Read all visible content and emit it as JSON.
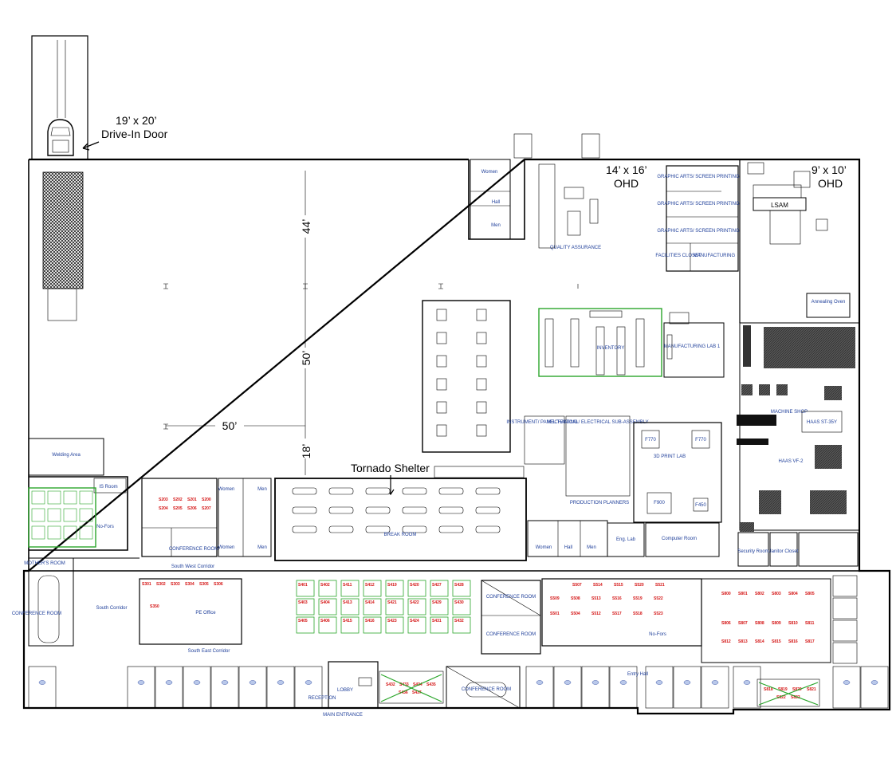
{
  "callouts": {
    "drive_in_size": "19’ x 20’",
    "drive_in_label": "Drive-In Door",
    "ohd1_size": "14’ x 16’",
    "ohd1_label": "OHD",
    "ohd2_size": "9’ x 10’",
    "ohd2_label": "OHD",
    "dim_44": "44’",
    "dim_50_vert": "50’",
    "dim_50_horiz": "50’",
    "dim_18": "18’",
    "tornado": "Tornado Shelter"
  },
  "rooms": {
    "lsam": "LSAM",
    "annealing": "Annealing Oven",
    "women_top": "Women",
    "hall_top": "Hall",
    "men_top": "Men",
    "quality": "QUALITY ASSURANCE",
    "gfx1": "GRAPHIC ARTS/ SCREEN PRINTING",
    "gfx2": "GRAPHIC ARTS/ SCREEN PRINTING",
    "gfx3": "GRAPHIC ARTS/ SCREEN PRINTING",
    "facilities": "FACILITIES CLOSET",
    "manufacturing": "MANUFACTURING",
    "inventory": "INVENTORY",
    "mfg_lab": "MANUFACTURING LAB 1",
    "machine_shop": "MACHINE SHOP",
    "haas_st": "HAAS ST-35Y",
    "haas_vf": "HAAS VF-2",
    "welding": "Welding Area",
    "is_room": "IS Room",
    "no_fors_left": "No-Fors",
    "conference_top": "CONFERENCE ROOM",
    "women_mid": "Women",
    "men_mid": "Men",
    "break_room": "BREAK ROOM",
    "instrument": "INSTRUMENT/ PANEL TESTING",
    "mech_elec": "MECHANICAL/ ELECTRICAL SUB-ASSEMBLY",
    "production": "PRODUCTION PLANNERS",
    "print_lab": "3D PRINT LAB",
    "p770a": "F770",
    "p770b": "F770",
    "p900": "F900",
    "p450": "F450",
    "women_low": "Women",
    "hall_low": "Hall",
    "men_low": "Men",
    "eng_lab": "Eng. Lab",
    "computer_room": "Computer Room",
    "security": "Security Room",
    "janitor": "Janitor Closet",
    "mothers": "MOTHER'S ROOM",
    "conference_left": "CONFERENCE ROOM",
    "pe_office": "PE Office",
    "conference_mid1": "CONFERENCE ROOM",
    "conference_mid2": "CONFERENCE ROOM",
    "no_fors_right": "No-Fors",
    "lobby": "LOBBY",
    "conference_bottom": "CONFERENCE ROOM",
    "reception": "RECEPTION",
    "main_entrance": "MAIN ENTRANCE",
    "entry_hall": "Entry Hall",
    "south_west": "South West Corridor",
    "south_east": "South East Corridor",
    "south_corridor": "South Corridor"
  },
  "seats": {
    "g200": [
      "S203",
      "S202",
      "S201",
      "S200"
    ],
    "g204": [
      "S204",
      "S205",
      "S206",
      "S207"
    ],
    "g300": [
      "S301",
      "S302",
      "S303",
      "S304",
      "S305",
      "S306"
    ],
    "g350": "S350",
    "g400a": [
      "S401",
      "S402",
      "S411",
      "S412",
      "S419",
      "S420",
      "S427",
      "S428"
    ],
    "g400b": [
      "S403",
      "S404",
      "S413",
      "S414",
      "S421",
      "S422",
      "S429",
      "S430"
    ],
    "g400c": [
      "S405",
      "S406",
      "S415",
      "S416",
      "S423",
      "S424",
      "S431",
      "S432"
    ],
    "g500a": [
      "S507",
      "S514",
      "S515",
      "S520",
      "S521"
    ],
    "g500b": [
      "S509",
      "S508",
      "S513",
      "S516",
      "S519",
      "S522"
    ],
    "g500c": [
      "S501",
      "S504",
      "S512",
      "S517",
      "S518",
      "S523"
    ],
    "g800a": [
      "S800",
      "S801",
      "S802",
      "S803",
      "S804",
      "S805"
    ],
    "g800b": [
      "S806",
      "S807",
      "S808",
      "S809",
      "S810",
      "S811"
    ],
    "g800c": [
      "S812",
      "S813",
      "S814",
      "S815",
      "S816",
      "S817"
    ],
    "g900": [
      "S818",
      "S819",
      "S820",
      "S821",
      "S822",
      "S823"
    ],
    "g430": [
      "S432",
      "S433",
      "S434",
      "S435",
      "S436",
      "S437"
    ]
  }
}
